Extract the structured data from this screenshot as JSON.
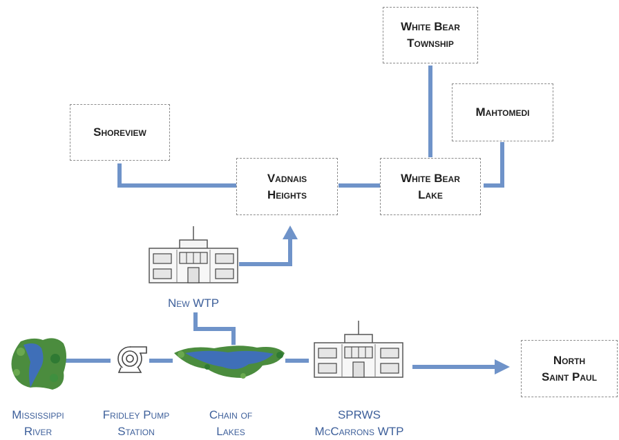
{
  "colors": {
    "connector": "#6f93c9",
    "caption": "#3d5f9a",
    "box_border": "#8a8a8a",
    "water": "#3f6fb8",
    "foliage": "#3f8f3f"
  },
  "boxes": {
    "white_bear_township": "White Bear\nTownship",
    "mahtomedi": "Mahtomedi",
    "shoreview": "Shoreview",
    "vadnais_heights": "Vadnais\nHeights",
    "white_bear_lake": "White Bear\nLake",
    "north_saint_paul": "North\nSaint Paul"
  },
  "captions": {
    "new_wtp": "New WTP",
    "mississippi_river": "Mississippi\nRiver",
    "fridley_pump_station": "Fridley Pump\nStation",
    "chain_of_lakes": "Chain of\nLakes",
    "sprws_mccarrons_wtp": "SPRWS\nMcCarrons WTP"
  },
  "icons": {
    "river": "river-icon",
    "pump": "pump-icon",
    "lakes": "lakes-icon",
    "plant": "treatment-plant-icon"
  }
}
